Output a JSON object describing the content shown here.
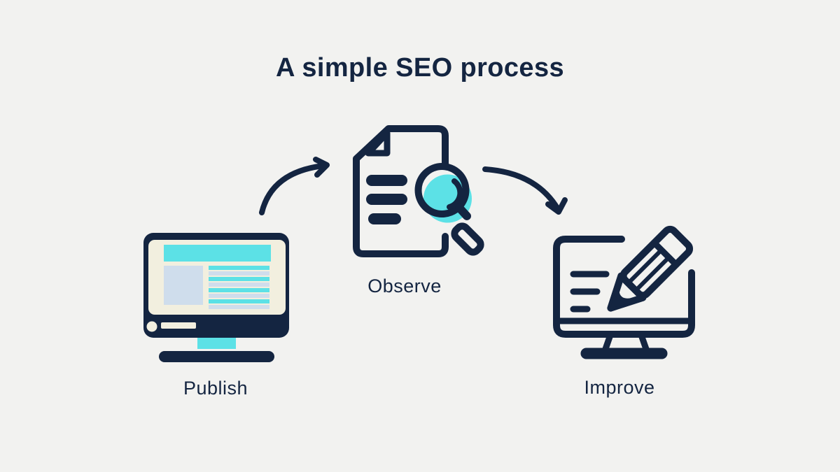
{
  "title": "A simple SEO process",
  "colors": {
    "background": "#f2f2f0",
    "navy": "#142541",
    "cyan": "#5ce1e6",
    "cream": "#f2efdf",
    "light_blue": "#cfddec"
  },
  "steps": [
    {
      "id": "publish",
      "label": "Publish",
      "icon": "monitor-webpage-icon"
    },
    {
      "id": "observe",
      "label": "Observe",
      "icon": "document-magnifier-icon"
    },
    {
      "id": "improve",
      "label": "Improve",
      "icon": "monitor-pencil-icon"
    }
  ],
  "arrows": [
    {
      "id": "publish-to-observe",
      "from": "Publish",
      "to": "Observe"
    },
    {
      "id": "observe-to-improve",
      "from": "Observe",
      "to": "Improve"
    }
  ]
}
